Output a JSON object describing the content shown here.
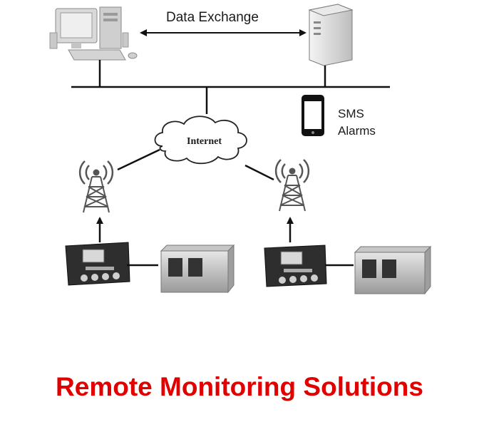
{
  "labels": {
    "data_exchange": "Data Exchange",
    "sms_line1": "SMS",
    "sms_line2": "Alarms",
    "internet": "Internet"
  },
  "footer": {
    "title": "Remote Monitoring Solutions",
    "color": "#e00000"
  },
  "icons": [
    "desktop-computer-icon",
    "server-icon",
    "smartphone-icon",
    "cloud-icon",
    "antenna-tower-icon",
    "controller-panel-icon",
    "generator-icon"
  ]
}
